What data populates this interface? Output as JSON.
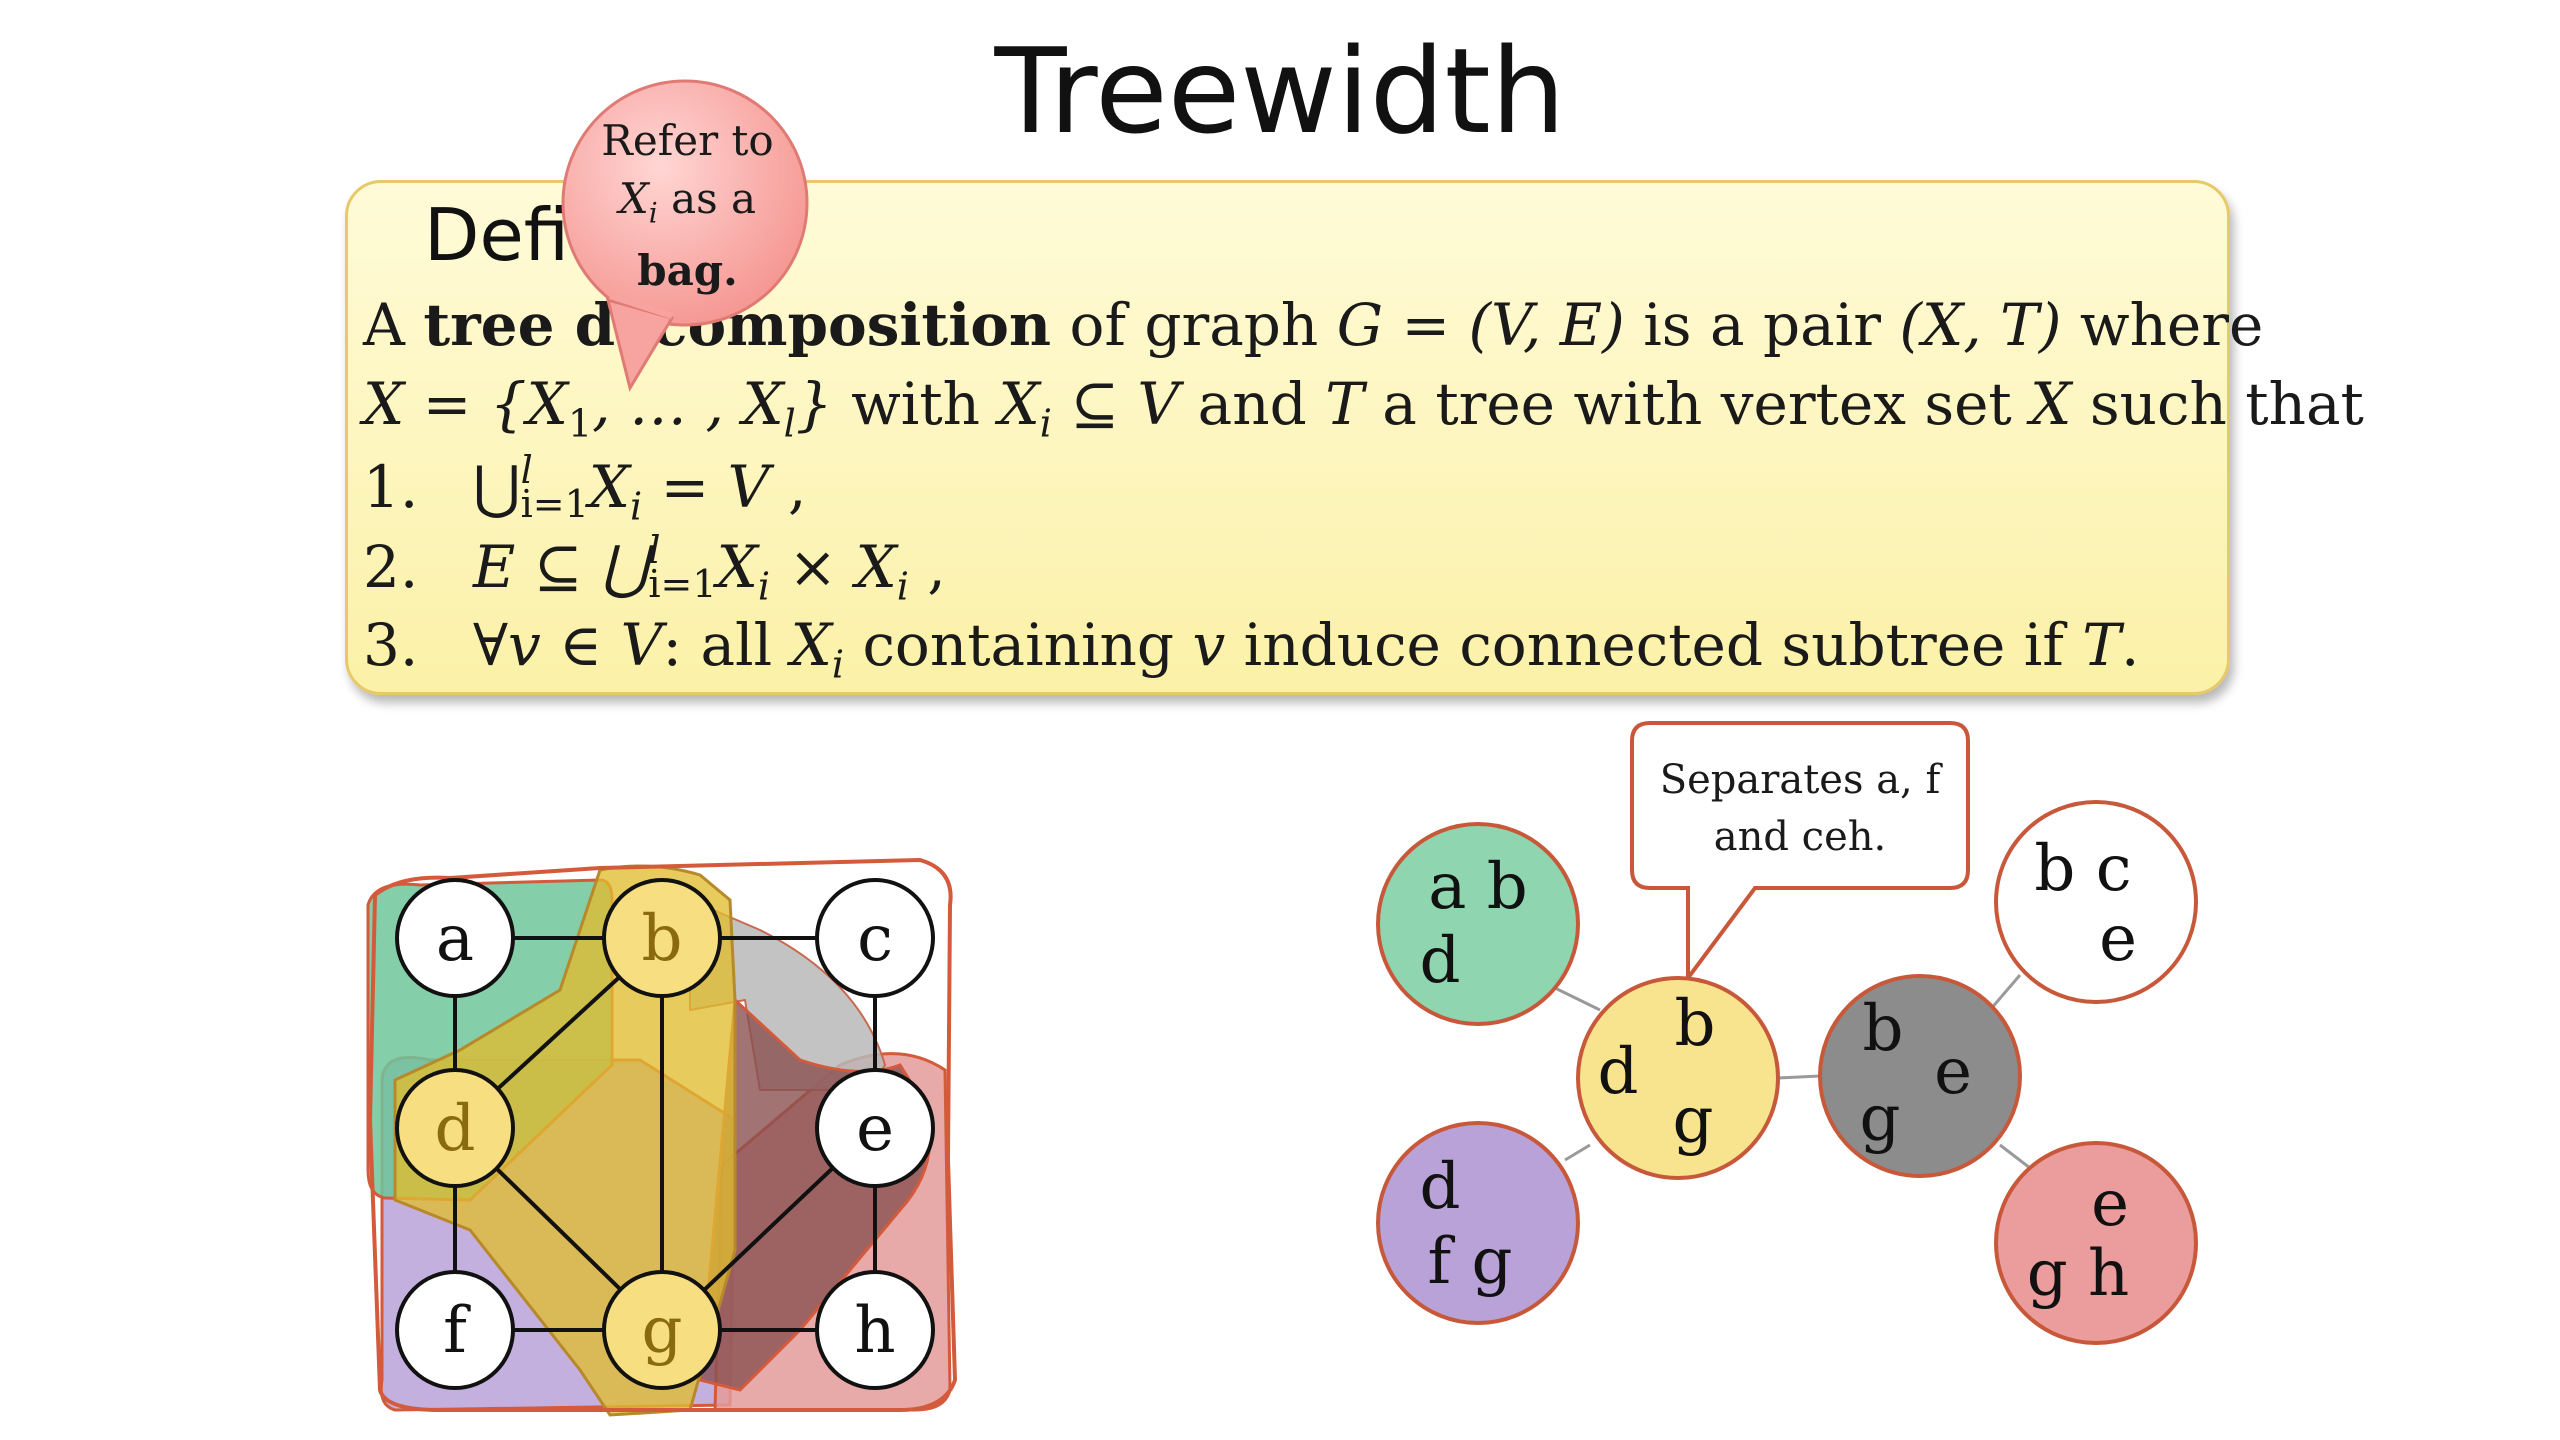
{
  "title": "Treewidth",
  "definition": {
    "heading": "Defi",
    "line1": {
      "a": "A ",
      "bold": "tree decomposition",
      "rest": " of graph ",
      "math1": "G = (V, E)",
      "mid": " is a pair ",
      "math2": "(X, T)",
      "end": " where"
    },
    "line2": {
      "m1": "X = {X",
      "s1": "1",
      "m2": ", … , X",
      "s2": "l",
      "m3": "}",
      "t1": " with ",
      "m4": "X",
      "s3": "i",
      "m5": " ⊆ V",
      "t2": " and ",
      "m6": "T",
      "t3": " a tree with vertex set ",
      "m7": "X",
      "t4": " such that"
    },
    "item1": {
      "num": "1.",
      "big": "⋃",
      "sup": "l",
      "sub": "i=1",
      "m1": "X",
      "s1": "i",
      "m2": " = V",
      "end": " ,"
    },
    "item2": {
      "num": "2.",
      "m0": "E ⊆ ⋃",
      "sup": "l",
      "sub": "i=1",
      "m1": "X",
      "s1": "i",
      "m2": "  × X",
      "s2": "i",
      "end": " ,"
    },
    "item3": {
      "num": "3.",
      "m1": "∀v ∈ V",
      "t1": ": all ",
      "m2": "X",
      "s1": "i",
      "t2": " containing ",
      "m3": "v",
      "t3": " induce connected subtree if ",
      "m4": "T",
      "end": "."
    }
  },
  "bag_callout": {
    "l1": "Refer to",
    "m": "X",
    "s": "i",
    "l2": " as a",
    "l3": "bag."
  },
  "separator_callout": {
    "l1": "Separates a, f",
    "l2": "and ceh."
  },
  "graph": {
    "vertices": [
      "a",
      "b",
      "c",
      "d",
      "e",
      "f",
      "g",
      "h"
    ],
    "edges": [
      [
        "a",
        "b"
      ],
      [
        "b",
        "c"
      ],
      [
        "a",
        "d"
      ],
      [
        "b",
        "d"
      ],
      [
        "b",
        "g"
      ],
      [
        "c",
        "e"
      ],
      [
        "d",
        "g"
      ],
      [
        "d",
        "f"
      ],
      [
        "f",
        "g"
      ],
      [
        "g",
        "e"
      ],
      [
        "g",
        "h"
      ],
      [
        "e",
        "h"
      ]
    ]
  },
  "tree": {
    "bags": [
      {
        "id": "abd",
        "color": "#8fd6b0",
        "lines": [
          "a b",
          "d"
        ]
      },
      {
        "id": "dfg",
        "color": "#b9a2d8",
        "lines": [
          "d",
          "f  g"
        ]
      },
      {
        "id": "bdg",
        "color": "#f8e38e",
        "lines": [
          "b",
          "d",
          "g"
        ]
      },
      {
        "id": "bge",
        "color": "#8c8c8c",
        "lines": [
          "b",
          "e",
          "g"
        ]
      },
      {
        "id": "bce",
        "color": "#ffffff",
        "lines": [
          "b  c",
          "e"
        ]
      },
      {
        "id": "egh",
        "color": "#eb9c9c",
        "lines": [
          "e",
          "g  h"
        ]
      }
    ]
  }
}
